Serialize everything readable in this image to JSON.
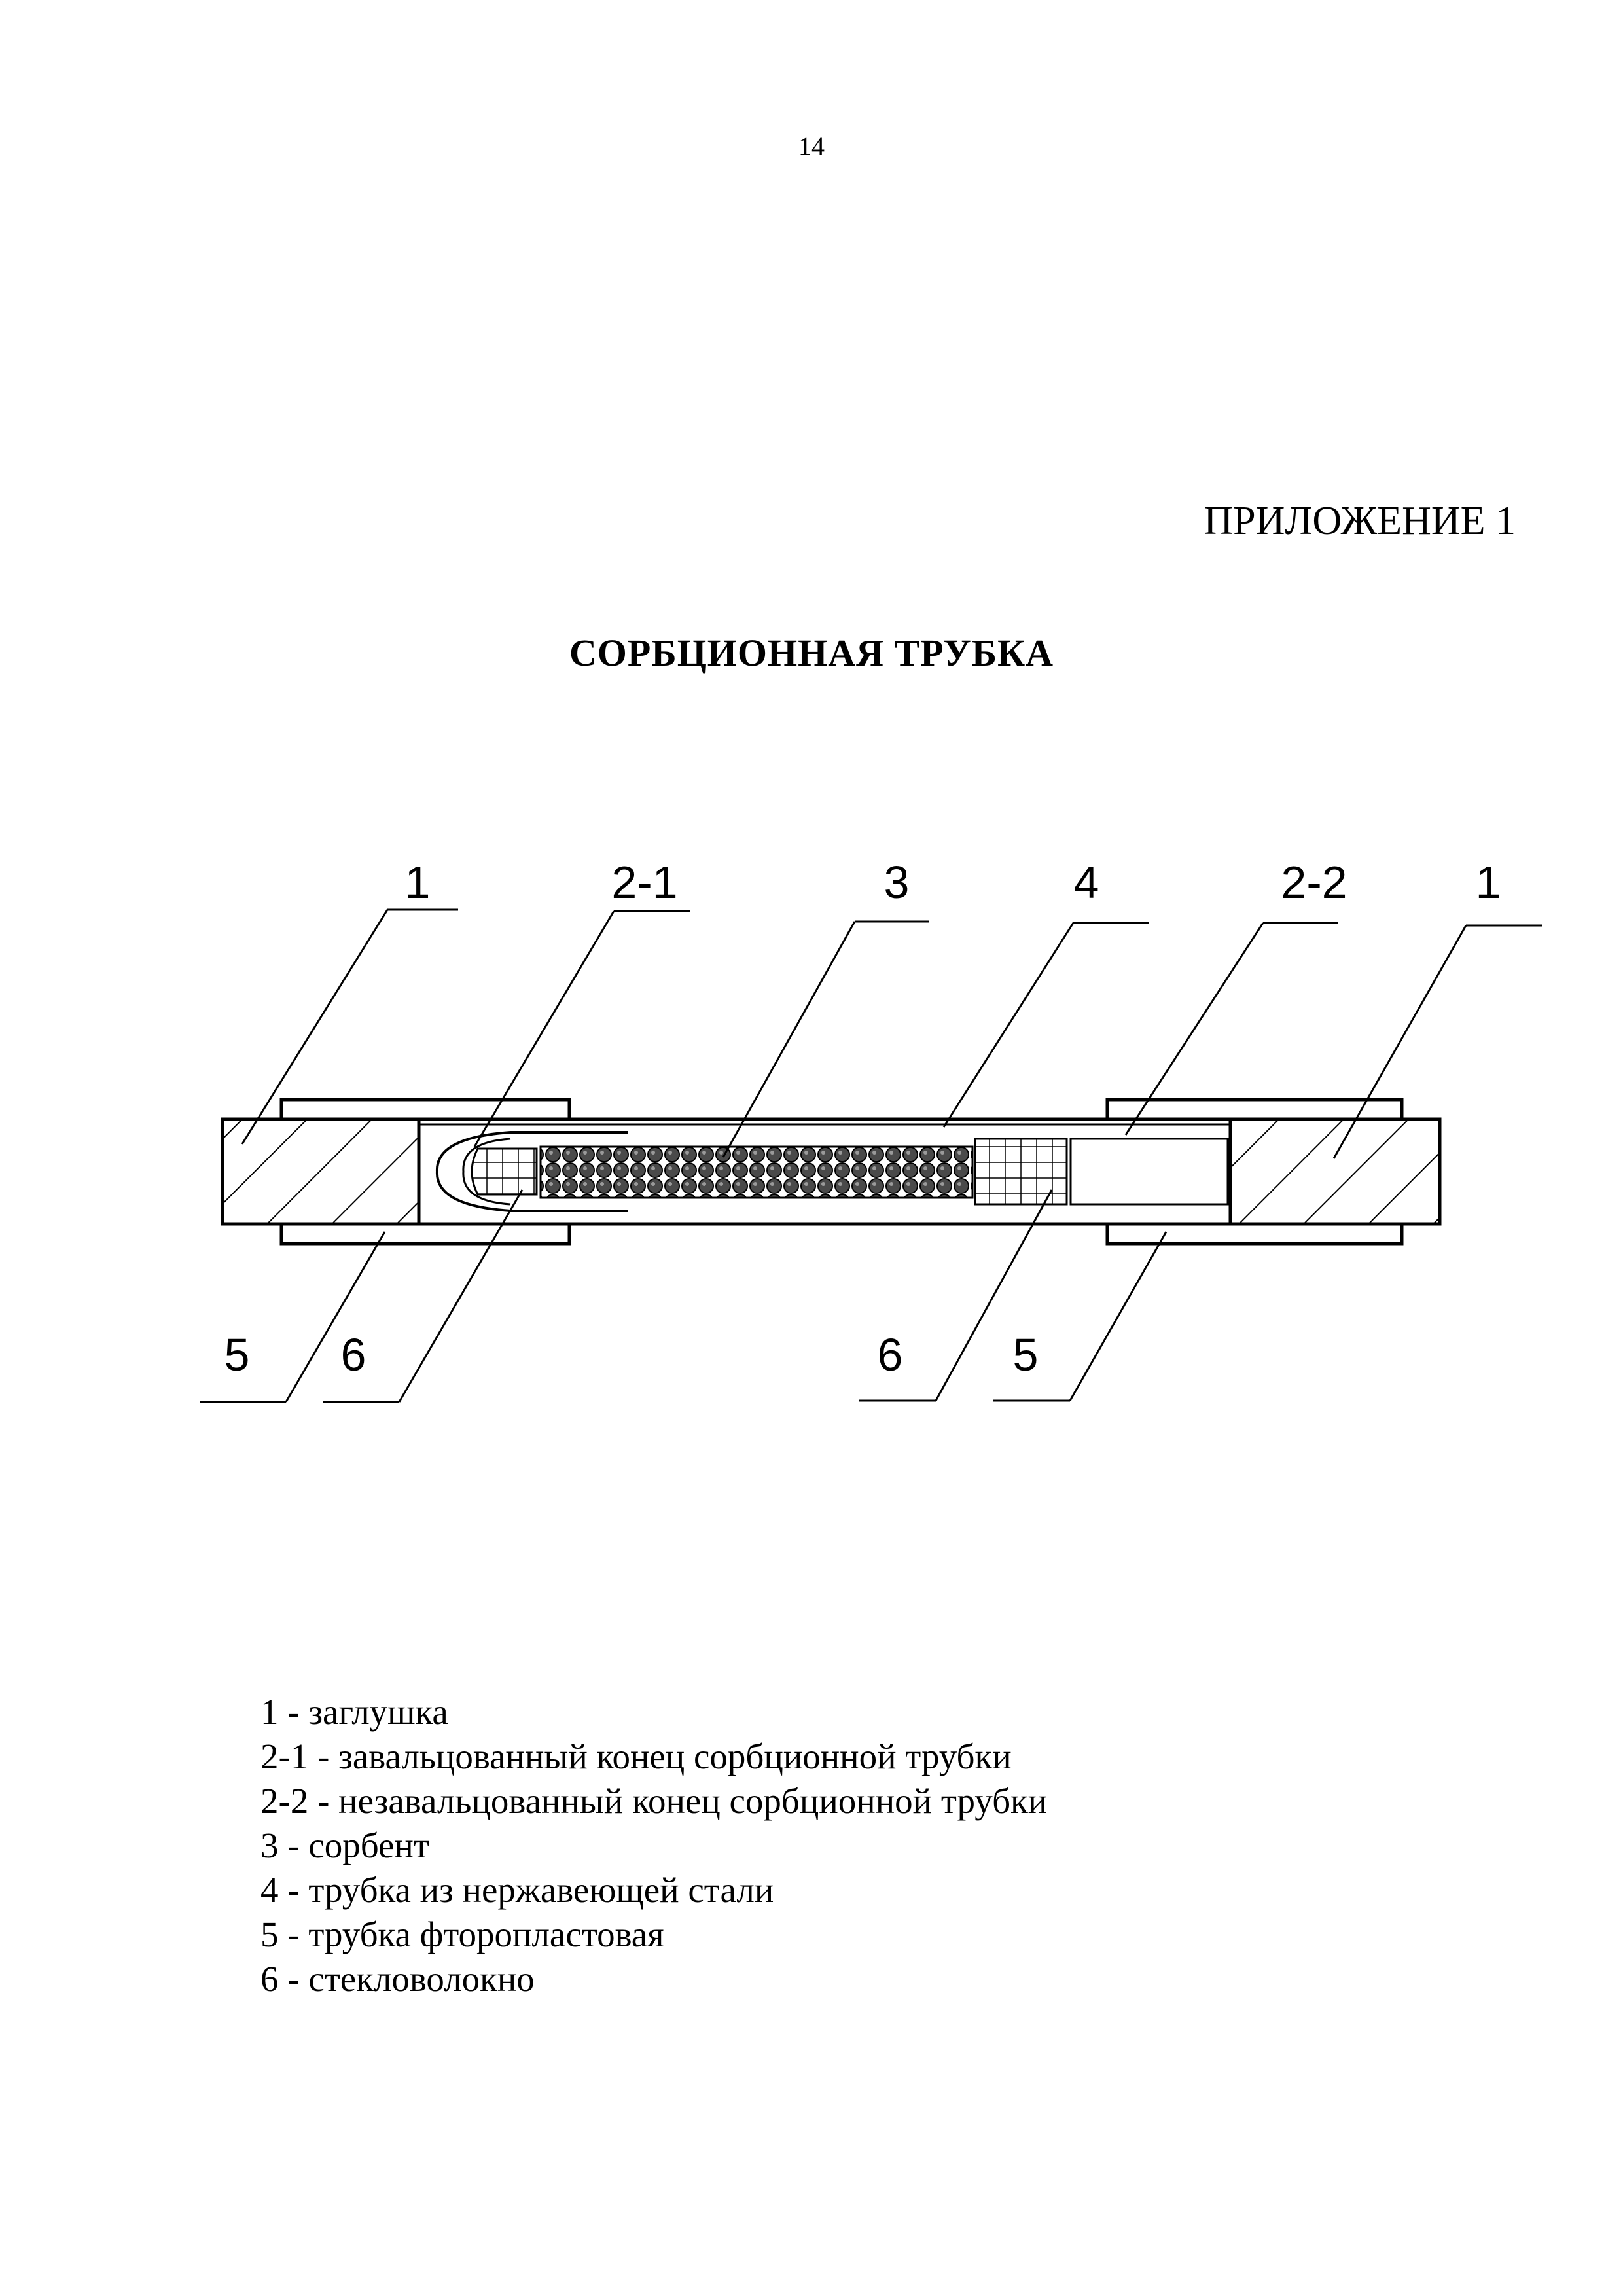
{
  "page": {
    "number": "14",
    "appendix": "ПРИЛОЖЕНИЕ 1",
    "title": "СОРБЦИОННАЯ ТРУБКА"
  },
  "diagram": {
    "callouts_top": [
      "1",
      "2-1",
      "3",
      "4",
      "2-2",
      "1"
    ],
    "callouts_bottom": [
      "5",
      "6",
      "6",
      "5"
    ]
  },
  "legend": [
    "1 - заглушка",
    "2-1 - завальцованный конец сорбционной трубки",
    "2-2 - незавальцованный конец сорбционной трубки",
    "3 - сорбент",
    "4 - трубка из нержавеющей стали",
    "5 - трубка фторопластовая",
    "6 - стекловолокно"
  ]
}
